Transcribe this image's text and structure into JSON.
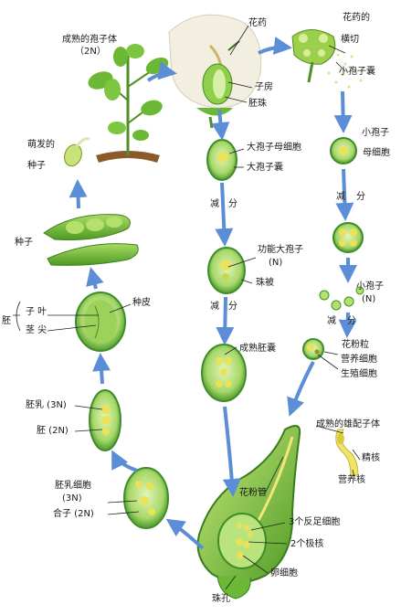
{
  "labels": {
    "mature_sporophyte": "成熟的孢子体",
    "mature_sporophyte_ploidy": "（2N）",
    "anther": "花药",
    "anther_cross_section_1": "花药的",
    "anther_cross_section_2": "横切",
    "ovary": "子房",
    "ovule": "胚珠",
    "microsporangium": "小孢子囊",
    "megaspore_mother_cell": "大孢子母细胞",
    "megasporangium": "大孢子囊",
    "meiosis_left": "减",
    "meiosis_left_2": "分",
    "microspore_mother_cell_1": "小孢子",
    "microspore_mother_cell_2": "母细胞",
    "meiosis_right": "减",
    "meiosis_right_2": "分",
    "germinating_seed_1": "萌发的",
    "germinating_seed_2": "种子",
    "seed": "种子",
    "functional_megaspore": "功能大孢子",
    "functional_megaspore_ploidy": "(N)",
    "integument": "珠被",
    "cotyledon": "子 叶",
    "seed_coat": "种皮",
    "embryo": "胚",
    "stem_tip": "茎 尖",
    "microspore": "小孢子",
    "microspore_ploidy": "(N)",
    "meiosis_mid": "减",
    "meiosis_mid_2": "分",
    "meiosis_right_lower": "减",
    "meiosis_right_lower_2": "分",
    "mature_embryo_sac": "成熟胚囊",
    "pollen_grain": "花粉粒",
    "vegetative_cell": "营养细胞",
    "generative_cell": "生殖细胞",
    "endosperm": "胚乳 (3N)",
    "embryo_2n": "胚 (2N)",
    "mature_male_gametophyte": "成熟的雄配子体",
    "sperm_nucleus": "精核",
    "vegetative_nucleus": "营养核",
    "pollen_tube": "花粉管",
    "endosperm_cell": "胚乳细胞",
    "endosperm_cell_ploidy": "(3N)",
    "zygote": "合子 (2N)",
    "antipodal_cells": "3个反足细胞",
    "polar_nuclei": "2个极核",
    "egg_cell": "卵细胞",
    "micropyle": "珠孔"
  },
  "colors": {
    "arrow": "#5b8ed6",
    "leaf": "#6bb834",
    "cell_fill": "#b8dd7a",
    "cell_edge": "#3f8c2a",
    "soil": "#8a5a2b",
    "pod": "#7fbf3c",
    "flower": "#f3efe0"
  }
}
